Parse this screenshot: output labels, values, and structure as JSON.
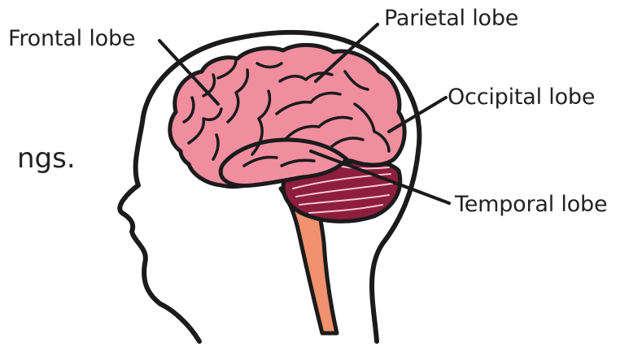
{
  "labels": {
    "frontal": "Frontal lobe",
    "parietal": "Parietal lobe",
    "occipital": "Occipital lobe",
    "temporal": "Temporal lobe"
  },
  "cutoff_text": "ngs.",
  "colors": {
    "brain": "#f08e9f",
    "brain_outline": "#1b1b1b",
    "cerebellum": "#8e1e3d",
    "brainstem": "#f0926d",
    "head_outline": "#1b1b1b",
    "text": "#222222"
  }
}
